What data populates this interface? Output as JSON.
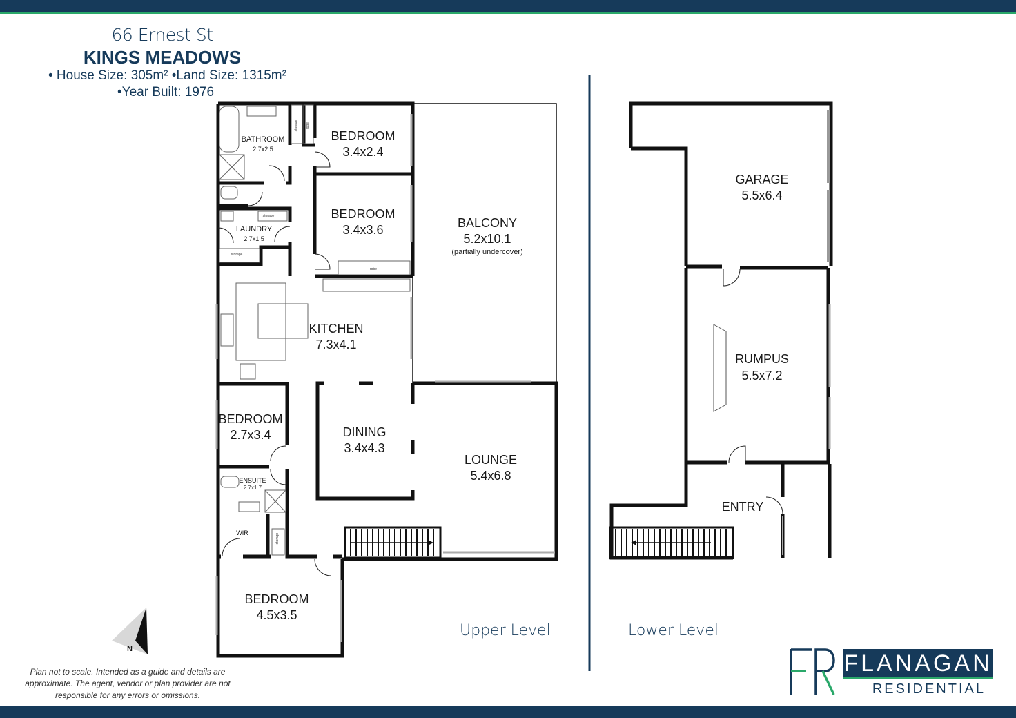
{
  "header": {
    "address": "66 Ernest St",
    "suburb": "KINGS MEADOWS",
    "stats_line": "• House Size: 305m² •Land Size: 1315m²",
    "year_line": "•Year Built: 1976"
  },
  "upper_level": {
    "label": "Upper Level",
    "rooms": [
      {
        "name": "BEDROOM",
        "size": "3.4x2.4"
      },
      {
        "name": "BEDROOM",
        "size": "3.4x3.6"
      },
      {
        "name": "BALCONY",
        "size": "5.2x10.1",
        "note": "(partially undercover)"
      },
      {
        "name": "KITCHEN",
        "size": "7.3x4.1"
      },
      {
        "name": "BEDROOM",
        "size": "2.7x3.4"
      },
      {
        "name": "DINING",
        "size": "3.4x4.3"
      },
      {
        "name": "LOUNGE",
        "size": "5.4x6.8"
      },
      {
        "name": "BEDROOM",
        "size": "4.5x3.5"
      }
    ],
    "small_rooms": [
      {
        "name": "BATHROOM",
        "size": "2.7x2.5"
      },
      {
        "name": "LAUNDRY",
        "size": "2.7x1.5"
      },
      {
        "name": "ENSUITE",
        "size": "2.7x1.7"
      },
      {
        "name": "WIR",
        "size": ""
      }
    ],
    "micro_labels": [
      "storage",
      "robe",
      "storage",
      "storage",
      "robe",
      "storage"
    ]
  },
  "lower_level": {
    "label": "Lower Level",
    "rooms": [
      {
        "name": "GARAGE",
        "size": "5.5x6.4"
      },
      {
        "name": "RUMPUS",
        "size": "5.5x7.2"
      },
      {
        "name": "ENTRY",
        "size": ""
      }
    ]
  },
  "compass": {
    "label": "N"
  },
  "disclaimer": "Plan not to scale. Intended as a guide and details are approximate. The agent, vendor or plan provider are not responsible for any errors or omissions.",
  "logo": {
    "monogram": "FR",
    "name": "FLANAGAN",
    "sub": "RESIDENTIAL"
  },
  "colors": {
    "brand_navy": "#163a5a",
    "brand_green": "#2aa86a"
  }
}
